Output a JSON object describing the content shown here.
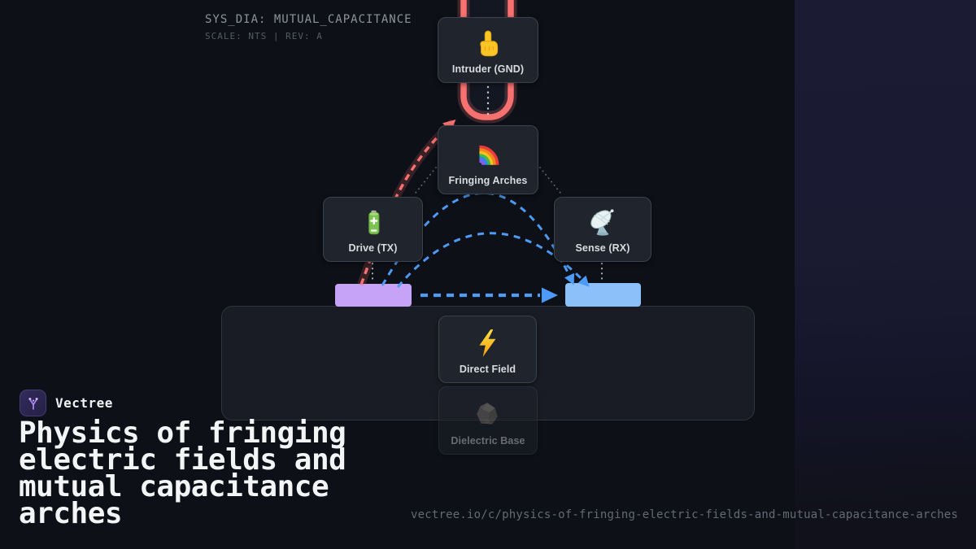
{
  "meta": {
    "sys_label": "SYS_DIA: MUTUAL_CAPACITANCE",
    "scale_label": "SCALE: NTS | REV: A"
  },
  "brand": {
    "name": "Vectree",
    "logo_icon": "vectree-branch-icon"
  },
  "title": "Physics of fringing\nelectric fields and\nmutual capacitance\narches",
  "url": "vectree.io/c/physics-of-fringing-electric-fields-and-mutual-capacitance-arches",
  "diagram": {
    "nodes": [
      {
        "id": "intruder",
        "label": "Intruder (GND)",
        "icon": "pointing-hand-icon"
      },
      {
        "id": "fringing",
        "label": "Fringing Arches",
        "icon": "rainbow-icon"
      },
      {
        "id": "drive",
        "label": "Drive (TX)",
        "icon": "battery-icon"
      },
      {
        "id": "sense",
        "label": "Sense (RX)",
        "icon": "satellite-dish-icon"
      },
      {
        "id": "direct",
        "label": "Direct Field",
        "icon": "lightning-icon"
      },
      {
        "id": "dielectric",
        "label": "Dielectric Base",
        "icon": "rock-icon"
      }
    ],
    "connectors": {
      "field_arch_color": "#4d9bf6",
      "intruder_shunt_color": "#f87171",
      "dotted_link_color": "#aeb4bc"
    },
    "electrodes": {
      "tx_color": "#c7a3f7",
      "rx_color": "#8bc0f9"
    },
    "accent_color": "#b18cfa"
  }
}
